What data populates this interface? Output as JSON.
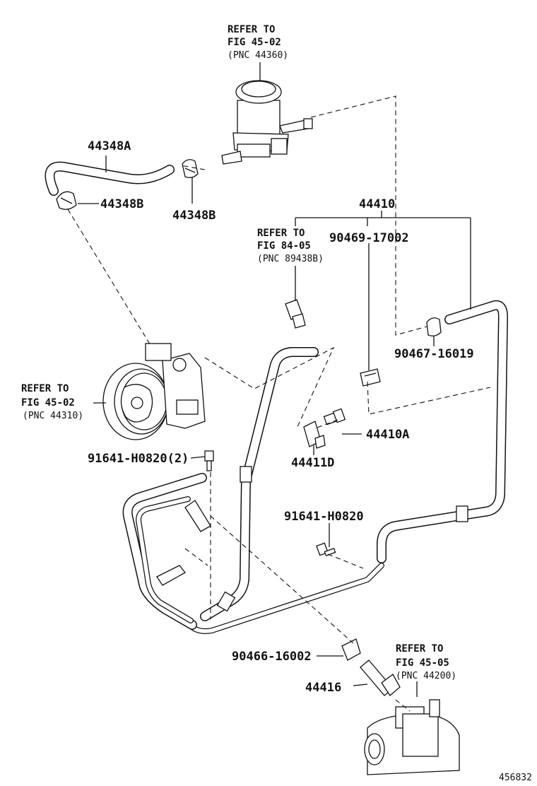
{
  "labels": {
    "reservoir_ref": {
      "l1": "REFER TO",
      "l2": "FIG 45-02",
      "l3": "(PNC 44360)"
    },
    "hose_44348a": "44348A",
    "clamp_44348b_left": "44348B",
    "clamp_44348b_center": "44348B",
    "pipe_44410": "44410",
    "sensor_ref": {
      "l1": "REFER TO",
      "l2": "FIG 84-05",
      "l3": "(PNC 89438B)"
    },
    "part_90469": "90469-17002",
    "clip_90467": "90467-16019",
    "pump_ref": {
      "l1": "REFER TO",
      "l2": "FIG 45-02",
      "l3": "(PNC 44310)"
    },
    "bolt_44410a": "44410A",
    "bracket_44411d": "44411D",
    "bolt_91641_2": "91641-H0820(2)",
    "bolt_91641": "91641-H0820",
    "clip_90466": "90466-16002",
    "union_44416": "44416",
    "gear_ref": {
      "l1": "REFER TO",
      "l2": "FIG 45-05",
      "l3": "(PNC 44200)"
    },
    "illustration_id": "456832"
  }
}
